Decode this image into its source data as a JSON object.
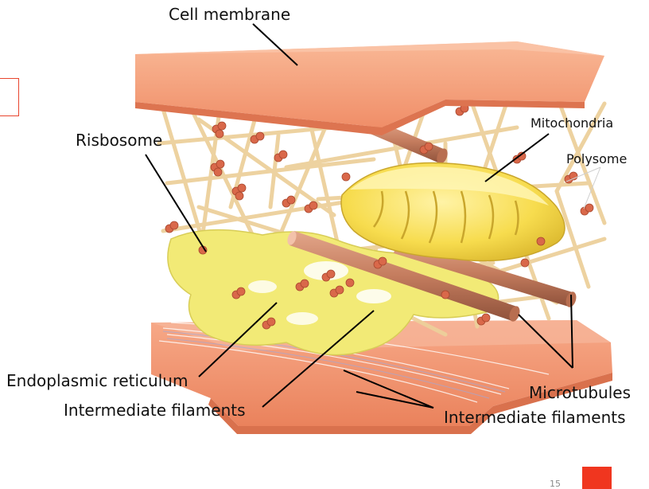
{
  "labels": {
    "cell_membrane": "Cell membrane",
    "ribosome": "Risbosome",
    "mitochondria": "Mitochondria",
    "polysome": "Polysome",
    "endoplasmic_reticulum": "Endoplasmic reticulum",
    "intermediate_filaments_left": "Intermediate filaments",
    "microtubules": "Microtubules",
    "intermediate_filaments_right": "Intermediate filaments"
  },
  "page_number": "15",
  "colors": {
    "membrane": "#f5a07a",
    "membrane_dark": "#e98b63",
    "filament": "#efd4a0",
    "er": "#f2ec78",
    "mitochondria": "#f6dd55",
    "microtubule": "#c98567",
    "ribosome": "#d9684a",
    "accent": "#f0361f"
  }
}
